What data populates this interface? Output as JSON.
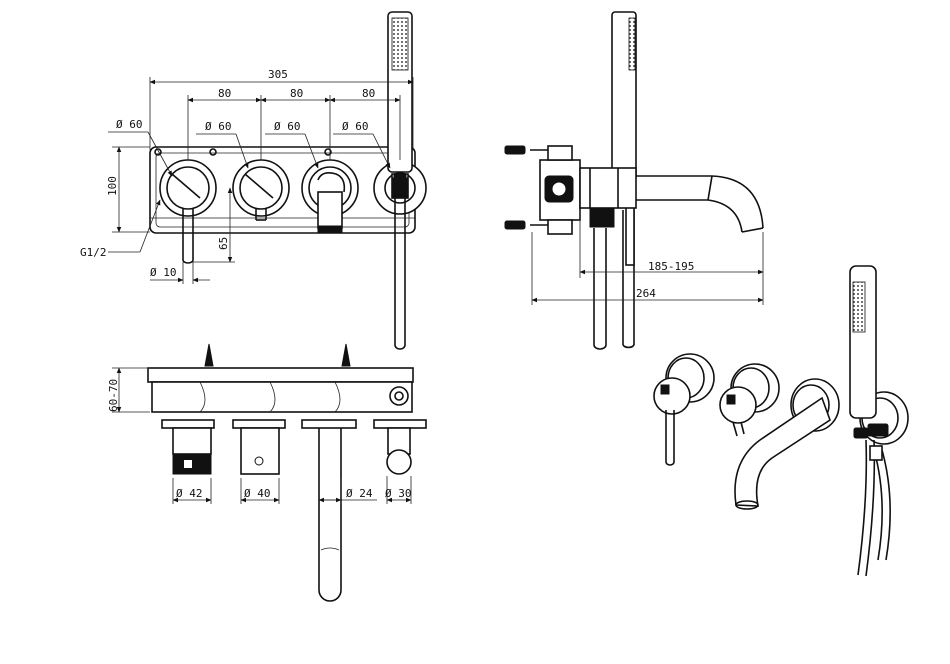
{
  "front_view": {
    "overall_width": "305",
    "spacing_1": "80",
    "spacing_2": "80",
    "spacing_3": "80",
    "dia_1": "Ø 60",
    "dia_2": "Ø 60",
    "dia_3": "Ø 60",
    "dia_4": "Ø 60",
    "height": "100",
    "thread": "G1/2",
    "lever_dia": "Ø 10",
    "lever_height": "65"
  },
  "side_view": {
    "spout_reach": "185-195",
    "total_depth": "264"
  },
  "top_view": {
    "depth": "60-70",
    "dia_handle_1": "Ø 42",
    "dia_handle_2": "Ø 40",
    "dia_spout": "Ø 24",
    "dia_holder": "Ø 30"
  }
}
